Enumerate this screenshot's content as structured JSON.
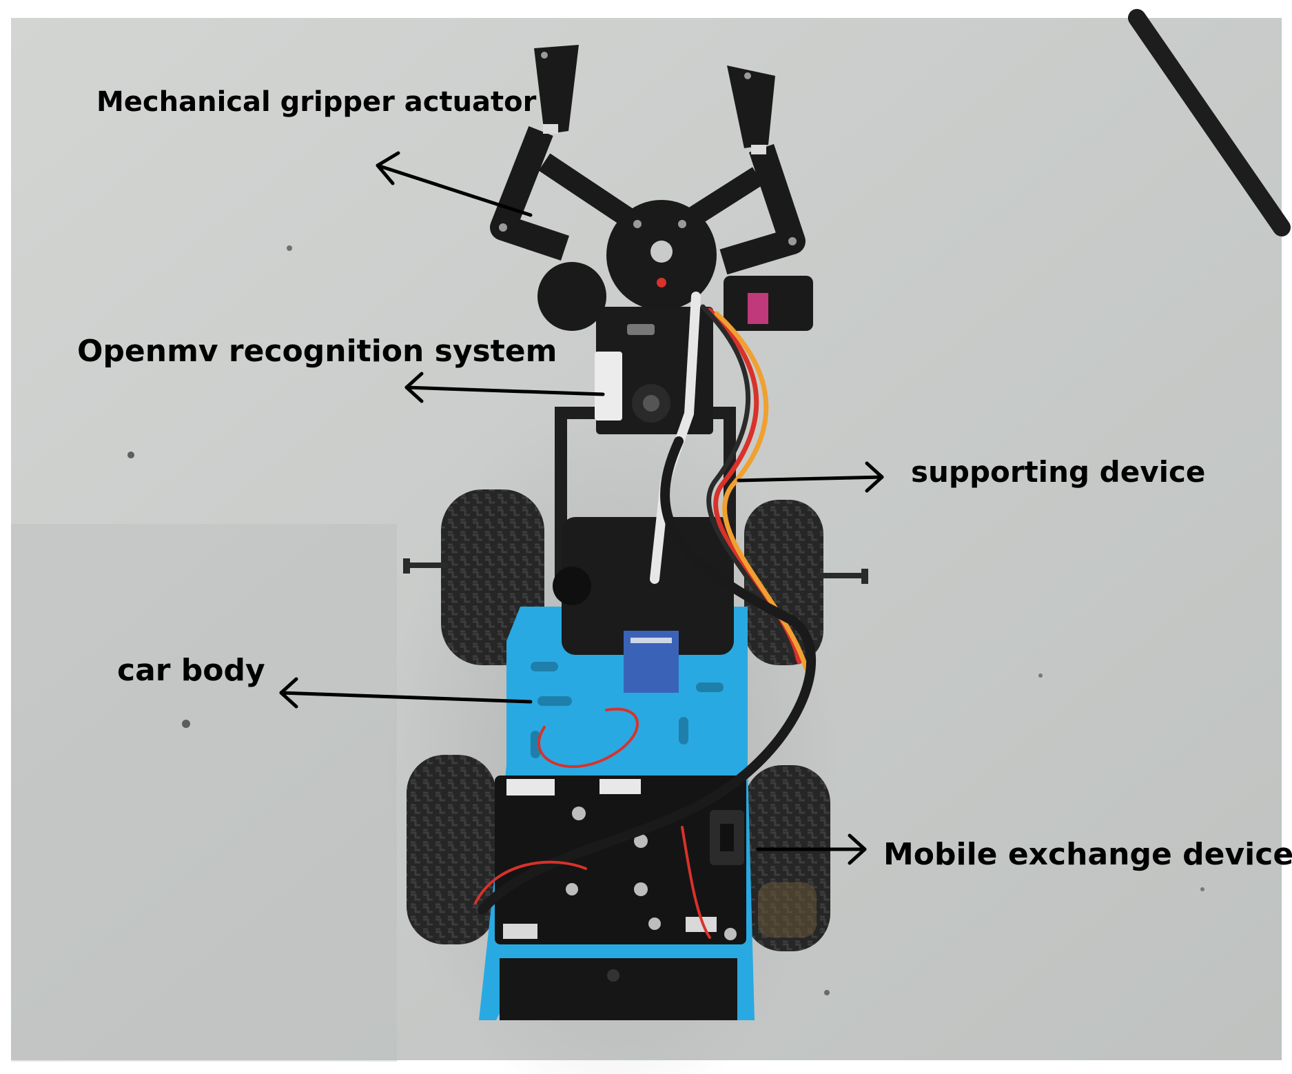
{
  "figure": {
    "labels": {
      "gripper": "Mechanical gripper actuator",
      "openmv": "Openmv recognition system",
      "support": "supporting device",
      "car_body": "car body",
      "mobile": "Mobile exchange device"
    }
  },
  "photo": {
    "subject": "robot-car-with-gripper",
    "colors": {
      "floor": "#c9ccca",
      "chassis": "#29a9e1",
      "frame": "#1e1e1e",
      "wire_red": "#d8322b",
      "wire_orange": "#f0a030",
      "tire": "#232323"
    }
  }
}
